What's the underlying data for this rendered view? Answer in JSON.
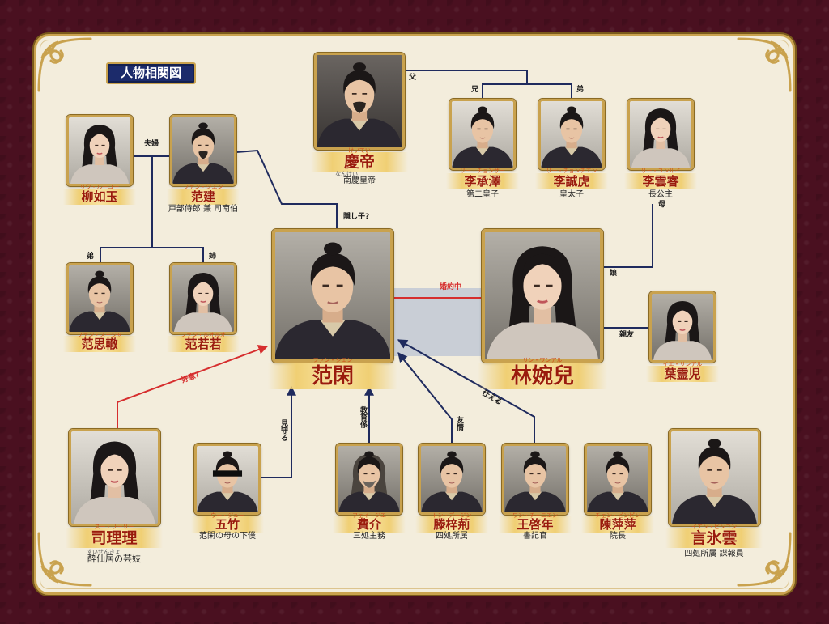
{
  "title": "人物相関図",
  "characters": {
    "qingdi": {
      "ruby": "けいてい",
      "name": "慶帝",
      "role_ruby": "なんけい",
      "role": "南慶皇帝"
    },
    "li_chengze": {
      "ruby": "リー・チョンザー",
      "name": "李承澤",
      "role": "第二皇子"
    },
    "li_chenghu": {
      "ruby": "リー・チョンチエン",
      "name": "李誠虎",
      "role": "皇太子"
    },
    "li_yunrui": {
      "ruby": "リー・ユンルイ",
      "name": "李雲睿",
      "role": "長公主"
    },
    "liu_ruyu": {
      "ruby": "リウ・ルーユー",
      "name": "柳如玉"
    },
    "fan_jian": {
      "ruby": "ファン・ジエン",
      "name": "范建",
      "role": "戸部侍郎 兼 司南伯"
    },
    "fan_sizhe": {
      "ruby": "ファン・スージャ",
      "name": "范思轍"
    },
    "fan_ruoruo": {
      "ruby": "ファン・ルオルオ",
      "name": "范若若"
    },
    "fan_xian": {
      "ruby": "ファン・シエン",
      "name": "范閑"
    },
    "lin_waner": {
      "ruby": "リン・ワンアル",
      "name": "林婉兒"
    },
    "ye_linger": {
      "ruby": "イエ・リンアル",
      "name": "葉霊児"
    },
    "si_lili": {
      "ruby": "スー・リーリー",
      "name": "司理理",
      "role_ruby": "すいせんきょ",
      "role": "酔仙居の芸妓"
    },
    "wu_zhu": {
      "ruby": "ウー・ジュー",
      "name": "五竹",
      "role": "范閑の母の下僕"
    },
    "fei_jie": {
      "ruby": "フェイ・ジエ",
      "name": "費介",
      "role": "三処主務"
    },
    "teng_zijing": {
      "ruby": "トン・ズージン",
      "name": "滕梓荊",
      "role": "四処所属"
    },
    "wang_qinian": {
      "ruby": "ワン・チーニエン",
      "name": "王啓年",
      "role": "書記官"
    },
    "chen_pingping": {
      "ruby": "チェン・ピンピン",
      "name": "陳萍萍",
      "role": "院長"
    },
    "yan_bingyun": {
      "ruby": "イエン・ビンユン",
      "name": "言氷雲",
      "role": "四処所属 諜報員"
    }
  },
  "relations": {
    "father": "父",
    "elder_brother": "兄",
    "younger_brother_prince": "弟",
    "spouses": "夫婦",
    "younger_brother": "弟",
    "elder_sister": "姉",
    "hidden_child": "隠し子?",
    "engaged": "婚約中",
    "mother": "母",
    "daughter": "娘",
    "best_friend": "親友",
    "affection": "好意?",
    "watches_over": "見守る",
    "mentor": "教育係",
    "friendship": "友情",
    "serves": "仕える"
  },
  "colors": {
    "background": "#4a1020",
    "panel": "#f3eddc",
    "line": "#1f2b5e",
    "accent_red": "#d62e2e",
    "name_text": "#9a1b0c",
    "badge": "#1c2b6b",
    "gold": "#c9a24e"
  }
}
